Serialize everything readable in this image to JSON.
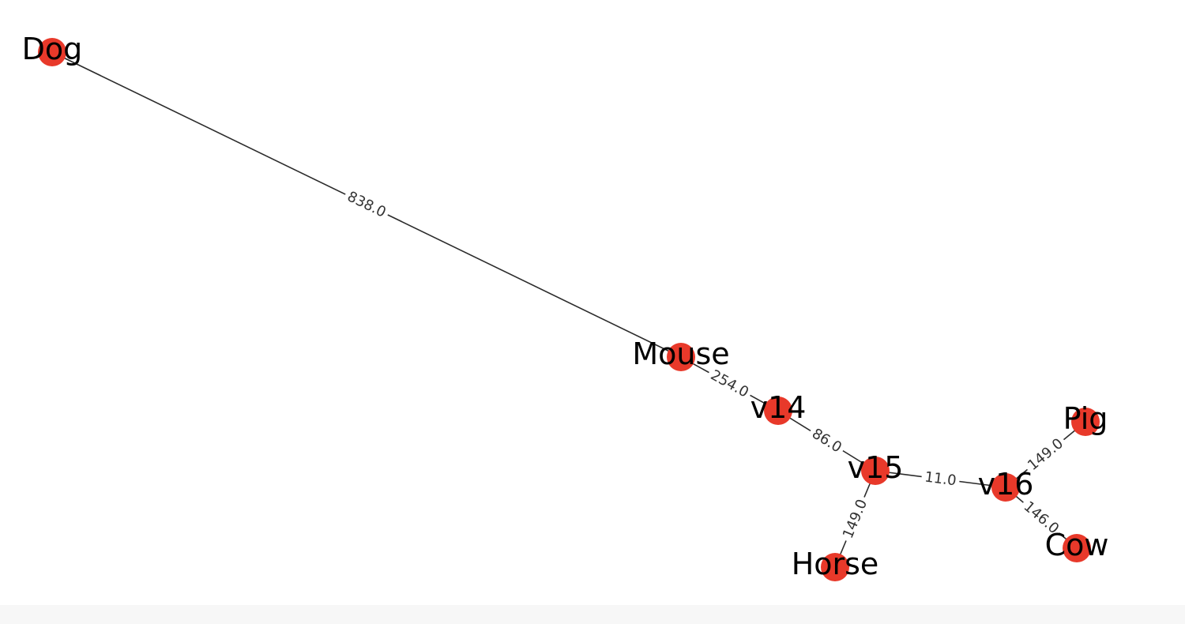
{
  "graph": {
    "node_color": "#e8392a",
    "nodes": [
      {
        "id": "Dog",
        "label": "Dog"
      },
      {
        "id": "Mouse",
        "label": "Mouse"
      },
      {
        "id": "v14",
        "label": "v14"
      },
      {
        "id": "v15",
        "label": "v15"
      },
      {
        "id": "v16",
        "label": "v16"
      },
      {
        "id": "Pig",
        "label": "Pig"
      },
      {
        "id": "Cow",
        "label": "Cow"
      },
      {
        "id": "Horse",
        "label": "Horse"
      }
    ],
    "edges": [
      {
        "source": "Dog",
        "target": "Mouse",
        "label": "838.0"
      },
      {
        "source": "Mouse",
        "target": "v14",
        "label": "254.0"
      },
      {
        "source": "v14",
        "target": "v15",
        "label": "86.0"
      },
      {
        "source": "v15",
        "target": "v16",
        "label": "11.0"
      },
      {
        "source": "v15",
        "target": "Horse",
        "label": "149.0"
      },
      {
        "source": "v16",
        "target": "Pig",
        "label": "149.0"
      },
      {
        "source": "v16",
        "target": "Cow",
        "label": "146.0"
      }
    ]
  }
}
